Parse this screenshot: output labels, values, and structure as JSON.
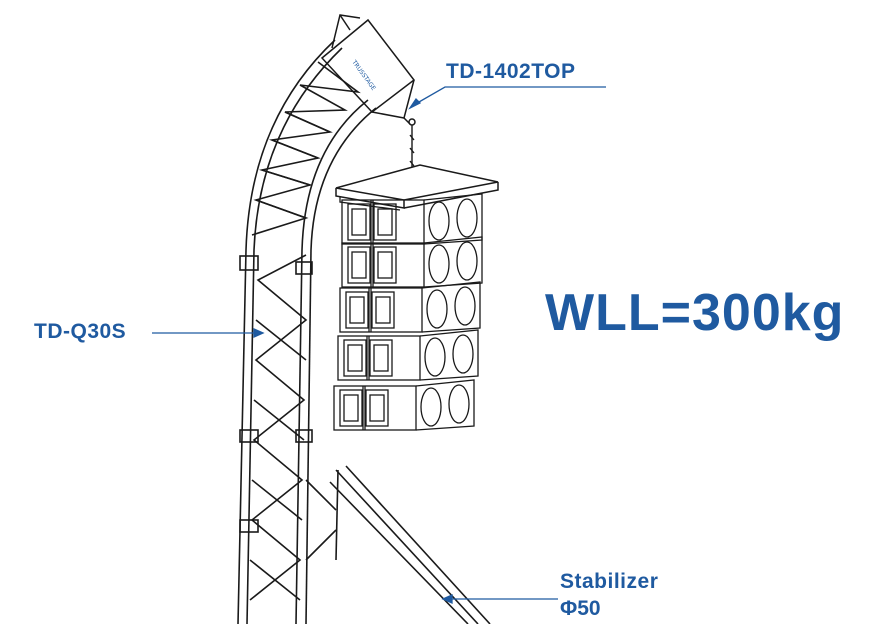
{
  "labels": {
    "top_bracket": "TD-1402TOP",
    "truss": "TD-Q30S",
    "load": "WLL=300kg",
    "stabilizer": "Stabilizer",
    "stabilizer_diameter": "Φ50"
  },
  "logo_text": "TRUSSTAGE",
  "colors": {
    "label": "#1f5aa0",
    "line": "#1a1a1a",
    "leader": "#1f5aa0"
  }
}
